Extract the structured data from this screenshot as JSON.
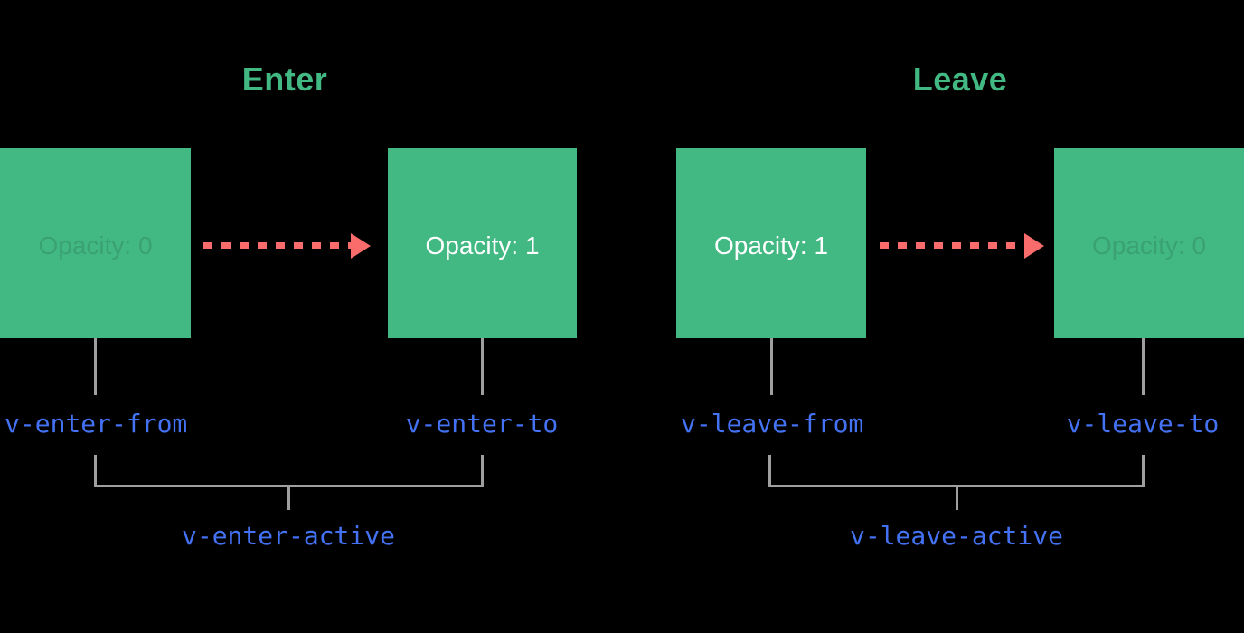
{
  "colors": {
    "background": "#000000",
    "box_green": "#42b883",
    "heading_green": "#42b883",
    "arrow_red": "#fa6c6c",
    "class_label_blue": "#4472f4",
    "connector_gray": "#9f9f9f",
    "opacity_text_white": "#ffffff",
    "opacity_text_dim": "rgba(0,0,0,0.12)"
  },
  "enter": {
    "heading": "Enter",
    "from_box_label": "Opacity: 0",
    "to_box_label": "Opacity: 1",
    "from_class": "v-enter-from",
    "to_class": "v-enter-to",
    "active_class": "v-enter-active"
  },
  "leave": {
    "heading": "Leave",
    "from_box_label": "Opacity: 1",
    "to_box_label": "Opacity: 0",
    "from_class": "v-leave-from",
    "to_class": "v-leave-to",
    "active_class": "v-leave-active"
  }
}
